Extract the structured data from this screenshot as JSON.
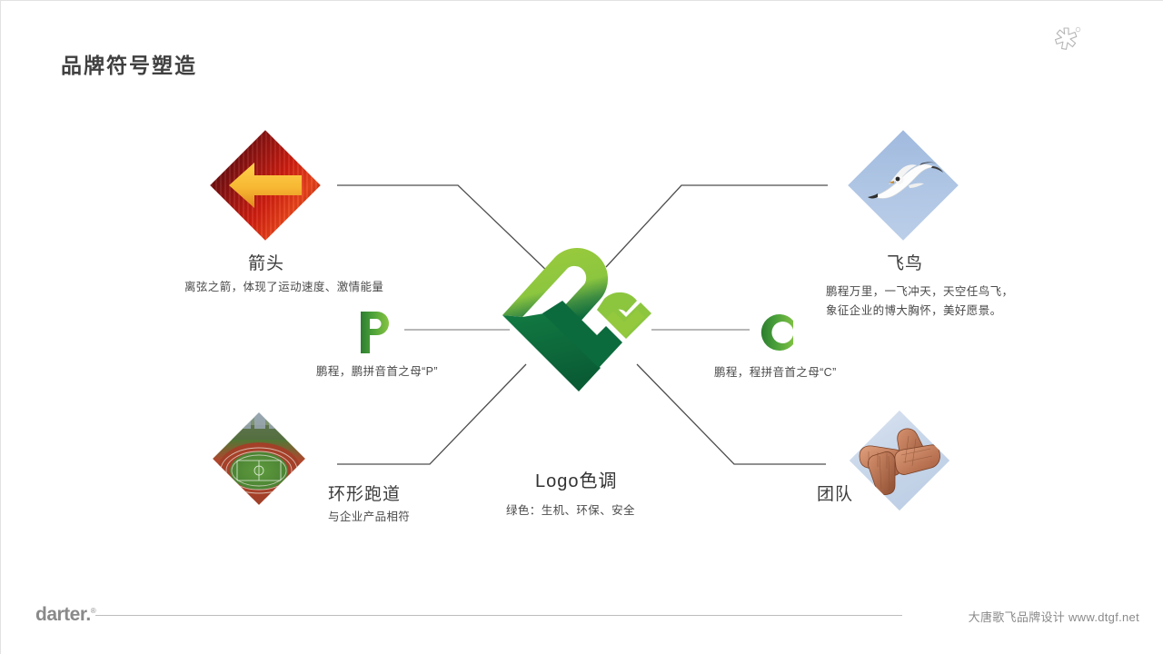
{
  "header": {
    "title": "品牌符号塑造",
    "corner_logo_name": "asterisk-flower-logo"
  },
  "nodes": {
    "arrow": {
      "title": "箭头",
      "desc": "离弦之箭，体现了运动速度、激情能量",
      "image_name": "red-diamond-arrow-thumbnail"
    },
    "bird": {
      "title": "飞鸟",
      "desc_line1": "鹏程万里，一飞冲天，天空任鸟飞，",
      "desc_line2": "象征企业的博大胸怀，美好愿景。",
      "image_name": "flying-seagull-thumbnail"
    },
    "track": {
      "title": "环形跑道",
      "desc": "与企业产品相符",
      "image_name": "running-track-stadium-thumbnail"
    },
    "team": {
      "title": "团队",
      "desc": "",
      "image_name": "joined-hands-teamwork-thumbnail"
    },
    "letter_p": {
      "letter": "P",
      "desc": "鹏程，鹏拼音首之母“P”"
    },
    "letter_c": {
      "letter": "C",
      "desc": "鹏程，程拼音首之母“C”"
    },
    "center": {
      "title": "Logo色调",
      "desc": "绿色：生机、环保、安全",
      "logo_name": "pc-monogram-logo"
    }
  },
  "colors": {
    "logo_light_green": "#8cc63f",
    "logo_dark_green": "#0c6b3d",
    "letter_green": "#3f9c35",
    "connector_line": "#5a5a5a",
    "title_gray": "#404040",
    "footer_gray": "#8a8a8a"
  },
  "footer": {
    "brand": "darter",
    "brand_dot": ".",
    "brand_mark": "®",
    "credit": "大唐歌飞品牌设计 www.dtgf.net"
  }
}
